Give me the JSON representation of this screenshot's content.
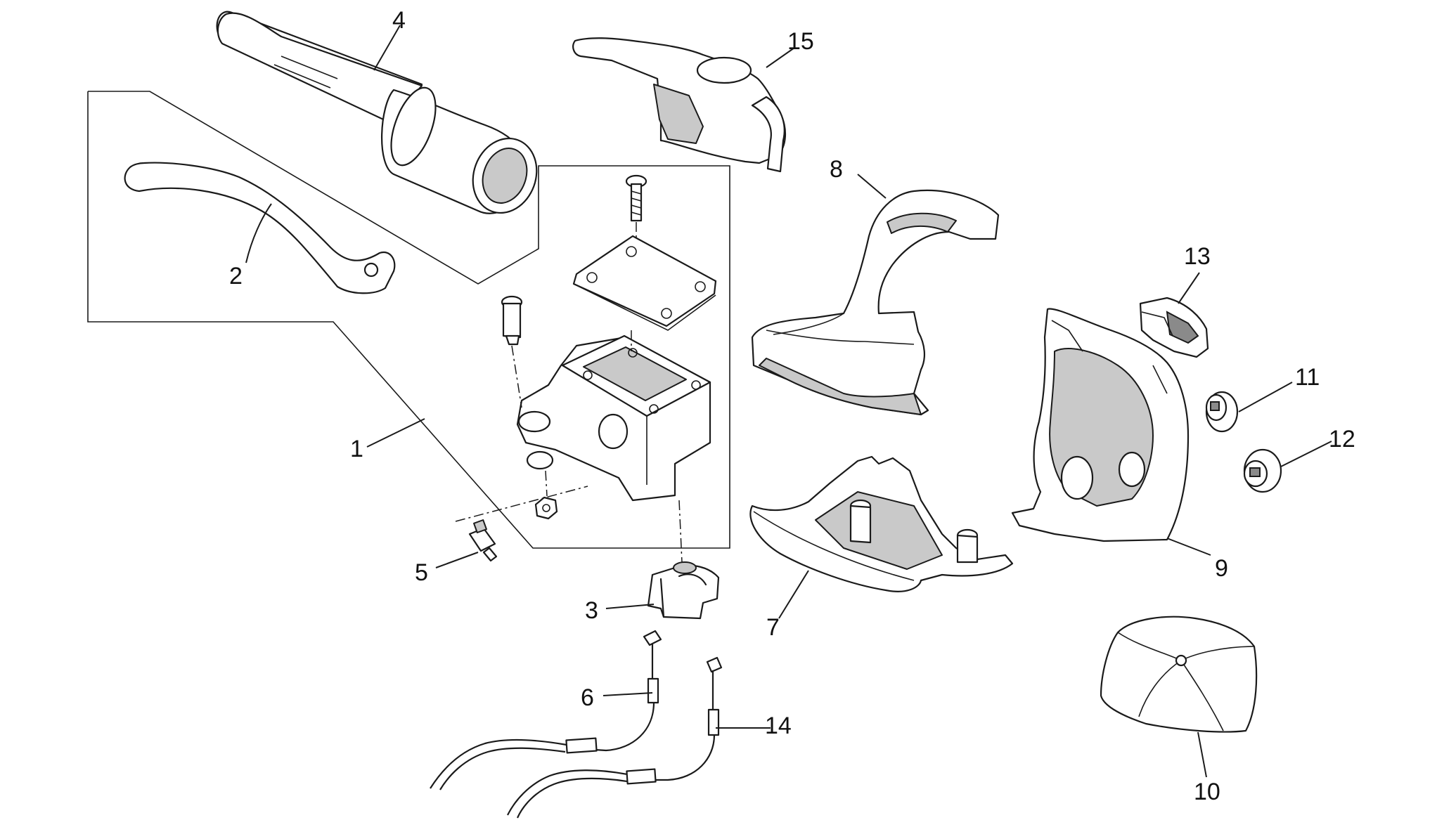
{
  "callouts": [
    {
      "id": "1",
      "text": "1"
    },
    {
      "id": "2",
      "text": "2"
    },
    {
      "id": "3",
      "text": "3"
    },
    {
      "id": "4",
      "text": "4"
    },
    {
      "id": "5",
      "text": "5"
    },
    {
      "id": "6",
      "text": "6"
    },
    {
      "id": "7",
      "text": "7"
    },
    {
      "id": "8",
      "text": "8"
    },
    {
      "id": "9",
      "text": "9"
    },
    {
      "id": "10",
      "text": "10"
    },
    {
      "id": "11",
      "text": "11"
    },
    {
      "id": "12",
      "text": "12"
    },
    {
      "id": "13",
      "text": "13"
    },
    {
      "id": "14",
      "text": "14"
    },
    {
      "id": "15",
      "text": "15"
    }
  ],
  "colors": {
    "line": "#1a1a1a",
    "fill": "#ffffff",
    "shade": "#c9c9c9",
    "background": "#ffffff"
  }
}
